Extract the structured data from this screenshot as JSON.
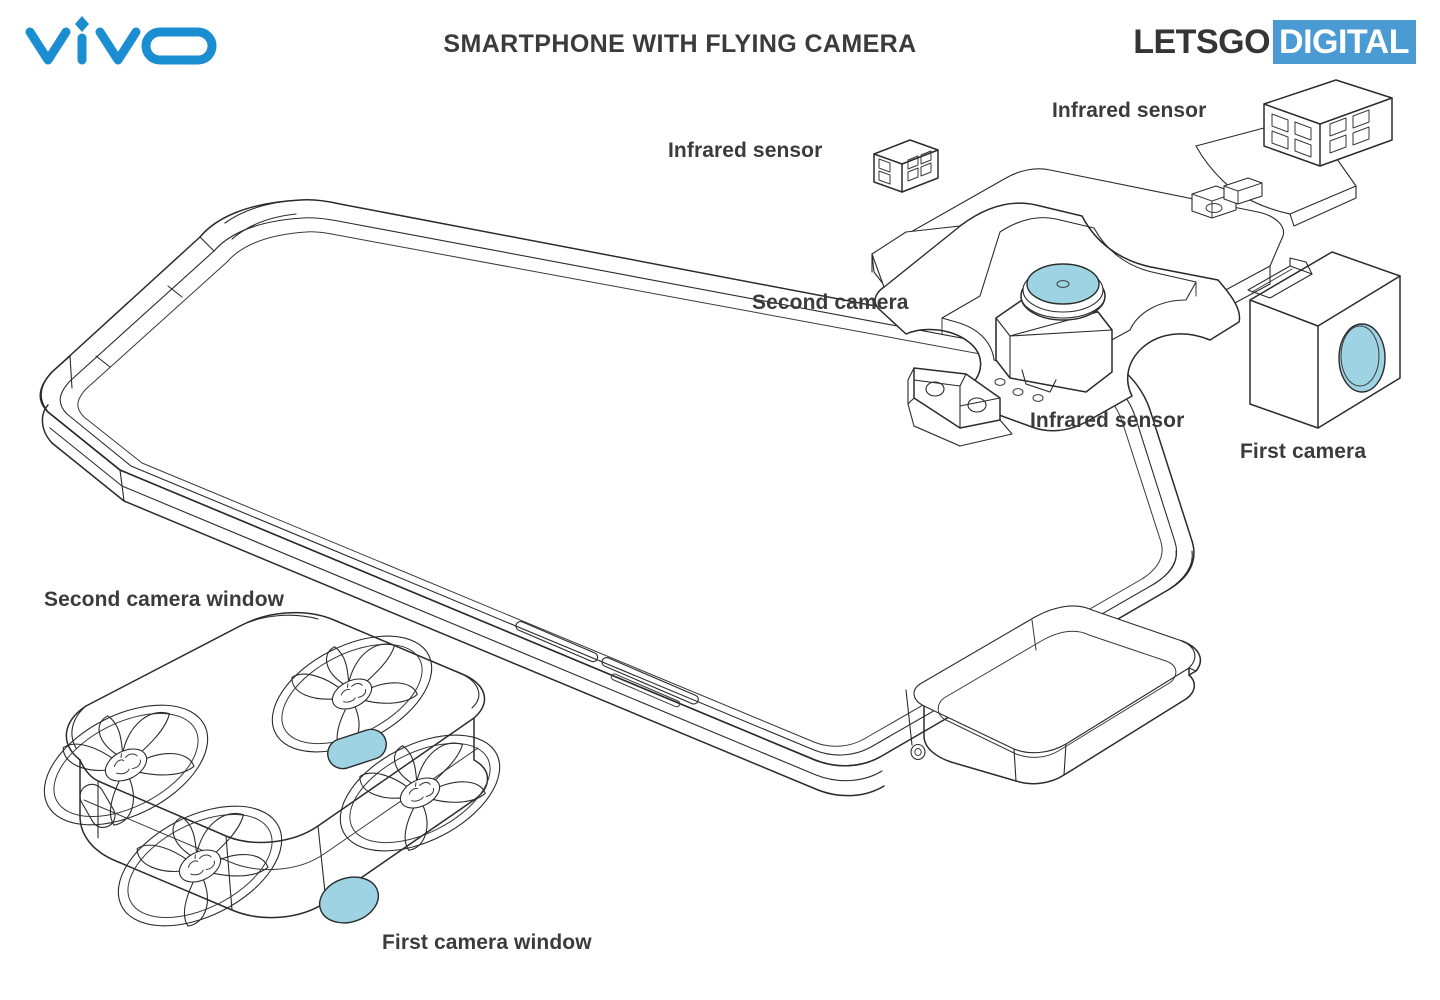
{
  "header": {
    "brand_logo": "vivo-logo",
    "brand_name": "vivo",
    "title": "SMARTPHONE WITH FLYING CAMERA",
    "watermark": {
      "part_one": "LETSGO",
      "part_two": "DIGITAL",
      "badge_color": "#4a9ad4",
      "text_color": "#353535"
    }
  },
  "colors": {
    "brand_blue": "#1a8ed1",
    "lens_blue": "#9ed3e3",
    "line": "#2b2b2b",
    "label": "#3b3b3b",
    "background": "#ffffff"
  },
  "labels": {
    "infrared_sensor_left": "Infrared sensor",
    "infrared_sensor_top": "Infrared sensor",
    "infrared_sensor_bottom": "Infrared sensor",
    "second_camera": "Second camera",
    "first_camera": "First camera",
    "second_camera_window": "Second camera window",
    "first_camera_window": "First camera window"
  },
  "figure": {
    "caption": "Patent line drawing: smartphone with detachable flying camera drone",
    "parts": [
      {
        "id": "smartphone",
        "name": "Smartphone body",
        "description": "Isometric line-art outline of a smartphone with curved edges and bottom speaker grille slots"
      },
      {
        "id": "drone",
        "name": "Flying camera drone",
        "description": "Quadcopter with four five-blade ducted propellers and rounded-rectangle chassis"
      },
      {
        "id": "camera-module",
        "name": "Camera module assembly",
        "description": "Exploded camera carriage with first camera, second camera and three infrared sensors"
      }
    ],
    "propeller_count": 4,
    "propeller_blades": 5,
    "infrared_sensor_count": 3,
    "camera_count": 2
  }
}
